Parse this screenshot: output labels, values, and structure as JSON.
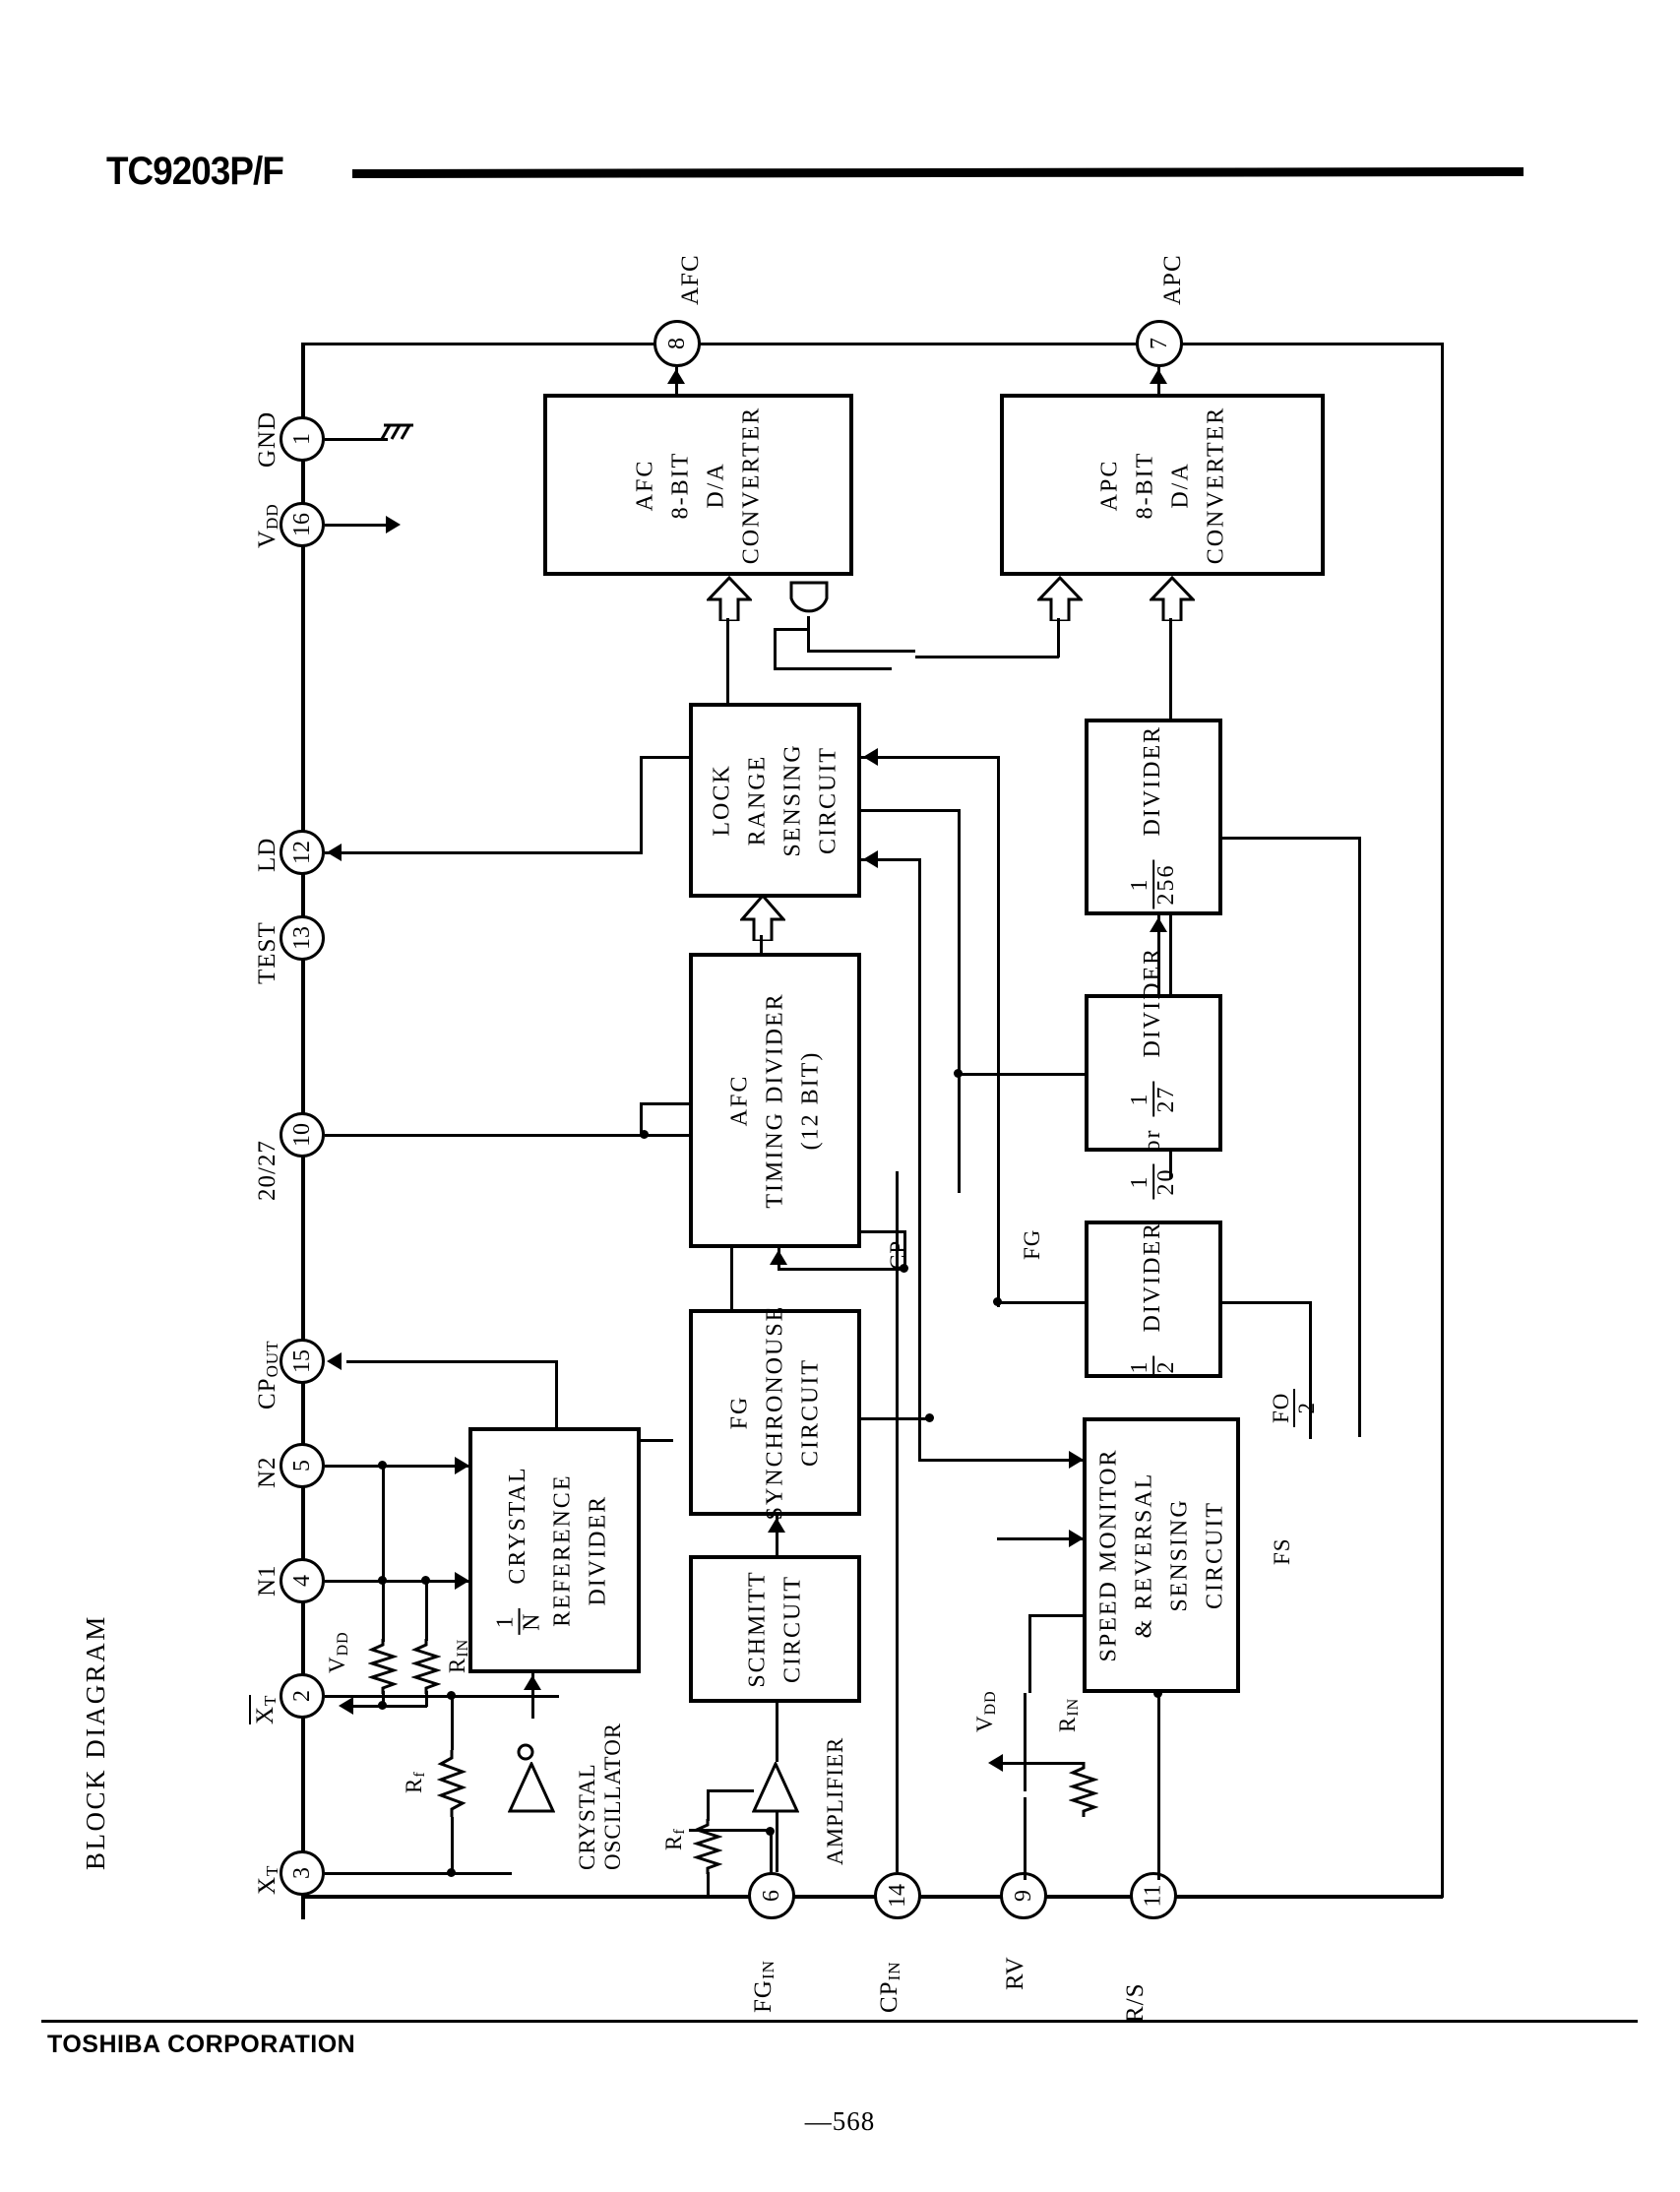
{
  "header": {
    "part_number": "TC9203P/F"
  },
  "footer": {
    "company": "TOSHIBA CORPORATION",
    "page_number": "—568"
  },
  "section": {
    "title": "BLOCK DIAGRAM"
  },
  "pins": [
    {
      "number": "1",
      "label": "GND"
    },
    {
      "number": "16",
      "label": "VDD"
    },
    {
      "number": "12",
      "label": "LD"
    },
    {
      "number": "13",
      "label": "TEST"
    },
    {
      "number": "10",
      "label": "20/27"
    },
    {
      "number": "15",
      "label": "CPOUT"
    },
    {
      "number": "5",
      "label": "N2"
    },
    {
      "number": "4",
      "label": "N1"
    },
    {
      "number": "2",
      "label": "XT"
    },
    {
      "number": "3",
      "label": "XT"
    },
    {
      "number": "8",
      "label": "AFC"
    },
    {
      "number": "7",
      "label": "APC"
    },
    {
      "number": "6",
      "label": "FGIN"
    },
    {
      "number": "14",
      "label": "CPIN"
    },
    {
      "number": "9",
      "label": "RV"
    },
    {
      "number": "11",
      "label": "R/S"
    }
  ],
  "blocks": {
    "afc_dac": {
      "lines": [
        "AFC",
        "8-BIT",
        "D/A",
        "CONVERTER"
      ]
    },
    "apc_dac": {
      "lines": [
        "APC",
        "8-BIT",
        "D/A",
        "CONVERTER"
      ]
    },
    "lock_range": {
      "lines": [
        "LOCK",
        "RANGE",
        "SENSING",
        "CIRCUIT"
      ]
    },
    "afc_timing": {
      "lines": [
        "AFC",
        "TIMING DIVIDER",
        "(12 BIT)"
      ]
    },
    "fg_sync": {
      "lines": [
        "FG",
        "SYNCHRONOUSE",
        "CIRCUIT"
      ]
    },
    "schmitt": {
      "lines": [
        "SCHMITT",
        "CIRCUIT"
      ]
    },
    "xtal_div": {
      "numerator": "1",
      "denominator": "N",
      "lines": [
        "CRYSTAL",
        "REFERENCE",
        "DIVIDER"
      ]
    },
    "div256": {
      "numerator": "1",
      "denominator": "256",
      "lines": [
        "DIVIDER"
      ]
    },
    "div2027": {
      "numerator": "1",
      "mid": "or",
      "numerator2": "1",
      "denominator": "20",
      "denominator2": "27",
      "lines": [
        "DIVIDER"
      ]
    },
    "div2": {
      "numerator": "1",
      "denominator": "2",
      "lines": [
        "DIVIDER"
      ]
    },
    "speed_mon": {
      "lines": [
        "SPEED MONITOR",
        "& REVERSAL",
        "SENSING",
        "CIRCUIT"
      ]
    }
  },
  "signals": {
    "cp": "CP",
    "fg": "FG",
    "fs": "FS",
    "fo_num": "FO",
    "fo_den": "2",
    "crystal_osc": [
      "CRYSTAL",
      "OSCILLATOR"
    ],
    "amplifier": "AMPLIFIER",
    "rf": "Rf",
    "rf2": "Rf",
    "rin": "RIN",
    "rin2": "RIN",
    "vdd1": "VDD",
    "vdd2": "VDD"
  },
  "colors": {
    "ink": "#000000",
    "paper": "#ffffff"
  }
}
